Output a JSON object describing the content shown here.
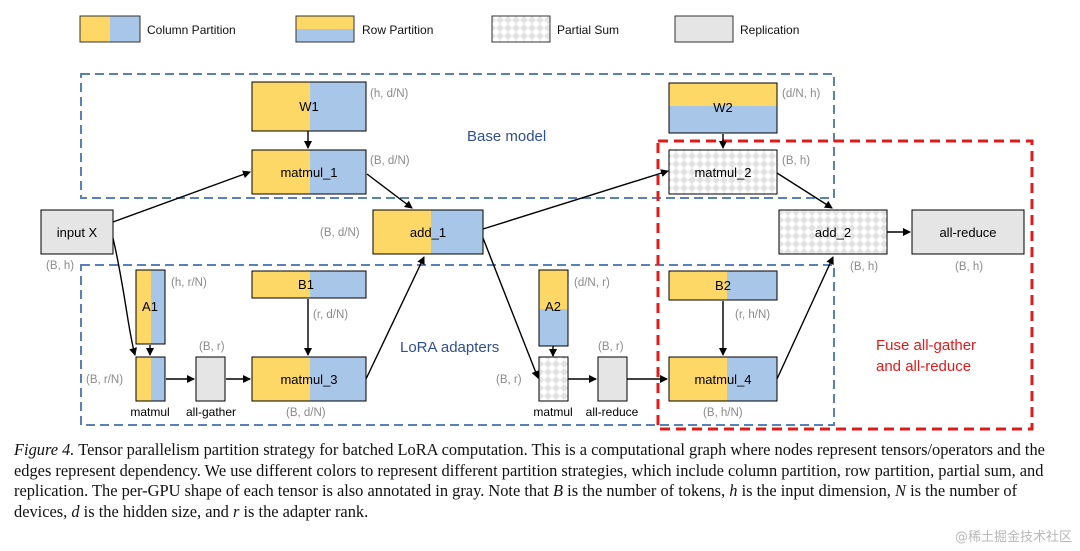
{
  "legend": {
    "column_partition": "Column Partition",
    "row_partition": "Row Partition",
    "partial_sum": "Partial Sum",
    "replication": "Replication"
  },
  "regions": {
    "base_model": "Base model",
    "lora_adapters": "LoRA adapters",
    "fuse_line1": "Fuse all-gather",
    "fuse_line2": "and all-reduce"
  },
  "nodes": {
    "input_x": "input X",
    "w1": "W1",
    "matmul_1": "matmul_1",
    "add_1": "add_1",
    "w2": "W2",
    "matmul_2": "matmul_2",
    "add_2": "add_2",
    "all_reduce_out": "all-reduce",
    "a1": "A1",
    "b1": "B1",
    "matmul_3": "matmul_3",
    "a2": "A2",
    "b2": "B2",
    "matmul_4": "matmul_4",
    "matmul_small_1": "matmul",
    "all_gather": "all-gather",
    "matmul_small_2": "matmul",
    "all_reduce_small": "all-reduce"
  },
  "shapes": {
    "w1": "(h, d/N)",
    "matmul_1": "(B, d/N)",
    "add_1": "(B, d/N)",
    "input_x": "(B, h)",
    "w2": "(d/N, h)",
    "matmul_2": "(B, h)",
    "add_2": "(B, h)",
    "all_reduce_out": "(B, h)",
    "a1": "(h, r/N)",
    "b1": "(r, d/N)",
    "matmul_small_1": "(B, r/N)",
    "all_gather": "(B, r)",
    "matmul_3": "(B, d/N)",
    "a2": "(d/N, r)",
    "matmul_small_2": "(B, r)",
    "all_reduce_small": "(B, r)",
    "b2": "(r, h/N)",
    "matmul_4": "(B, h/N)"
  },
  "colors": {
    "yellow": "#fdd866",
    "blue": "#a8c6e8",
    "gray": "#e5e5e5",
    "region_border": "#5a80b8",
    "fuse_border": "#e11a1a",
    "shape_text": "#8a8a8a"
  },
  "caption": {
    "figure_label": "Figure 4.",
    "text": "Tensor parallelism partition strategy for batched LoRA computation. This is a computational graph where nodes represent tensors/operators and the edges represent dependency. We use different colors to represent different partition strategies, which include column partition, row partition, partial sum, and replication. The per-GPU shape of each tensor is also annotated in gray. Note that",
    "var_b": "B",
    "is_the": "is the number of tokens,",
    "var_h": "h",
    "h_desc": "is the input dimension,",
    "var_n": "N",
    "n_desc": "is the number of devices,",
    "var_d": "d",
    "d_desc": "is the hidden size, and",
    "var_r": "r",
    "r_desc": "is the adapter rank."
  },
  "watermark": "@稀土掘金技术社区"
}
